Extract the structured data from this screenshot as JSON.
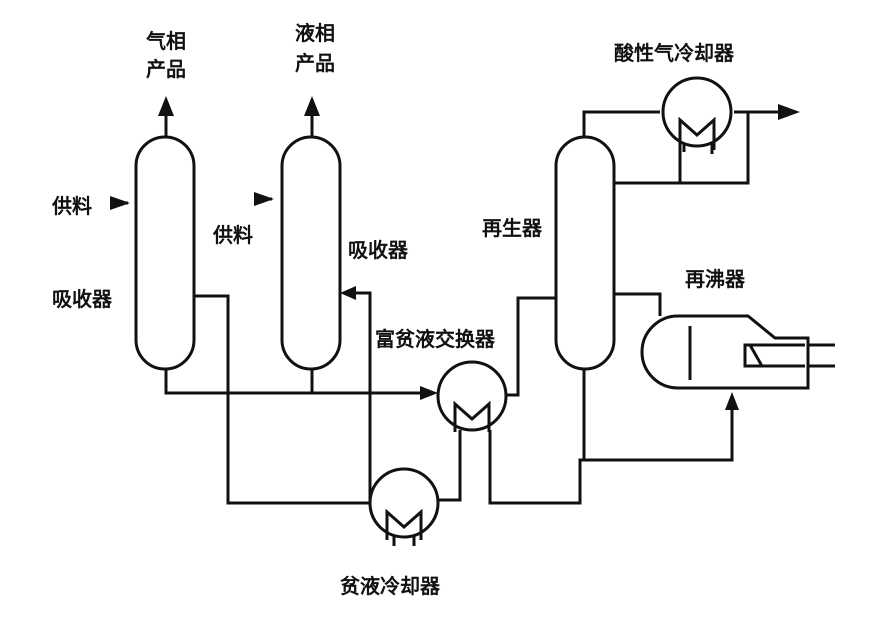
{
  "labels": {
    "gas_product_line1": "气相",
    "gas_product_line2": "产品",
    "liquid_product_line1": "液相",
    "liquid_product_line2": "产品",
    "feed_left": "供料",
    "absorber_left": "吸收器",
    "feed_mid": "供料",
    "absorber_mid": "吸收器",
    "regenerator": "再生器",
    "acid_gas_cooler": "酸性气冷却器",
    "reboiler": "再沸器",
    "rich_lean_exchanger": "富贫液交换器",
    "lean_cooler": "贫液冷却器"
  }
}
